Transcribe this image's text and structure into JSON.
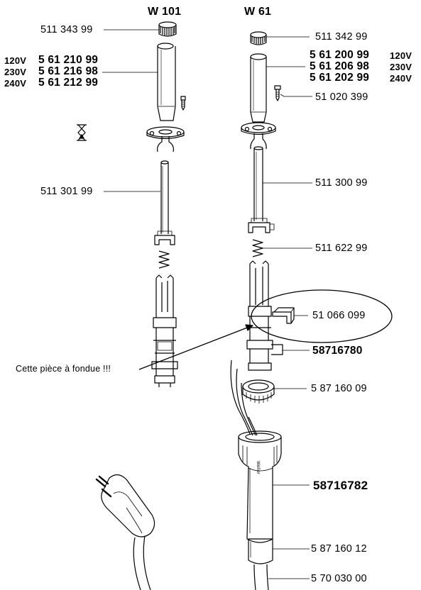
{
  "titles": {
    "left": "W 101",
    "right": "W 61"
  },
  "left_parts": {
    "tip_nut": "511 343 99",
    "heater_120v": "5 61 210 99",
    "heater_230v": "5 61 216 98",
    "heater_240v": "5 61 212 99",
    "rod": "511 301 99"
  },
  "right_parts": {
    "tip_nut": "511 342 99",
    "heater_120v": "5 61 200 99",
    "heater_230v": "5 61 206 98",
    "heater_240v": "5 61 202 99",
    "screw": "51 020 399",
    "rod": "511 300 99",
    "spring": "511 622 99",
    "clip": "51 066 099",
    "contact": "58716780",
    "ring": "5 87 160 09",
    "handle": "58716782",
    "sleeve": "5 87 160 12",
    "cable": "5 70 030 00"
  },
  "voltages": {
    "v120": "120V",
    "v230": "230V",
    "v240": "240V"
  },
  "annotation": "Cette pièce à fondue !!!",
  "handle_brand": "Weller"
}
